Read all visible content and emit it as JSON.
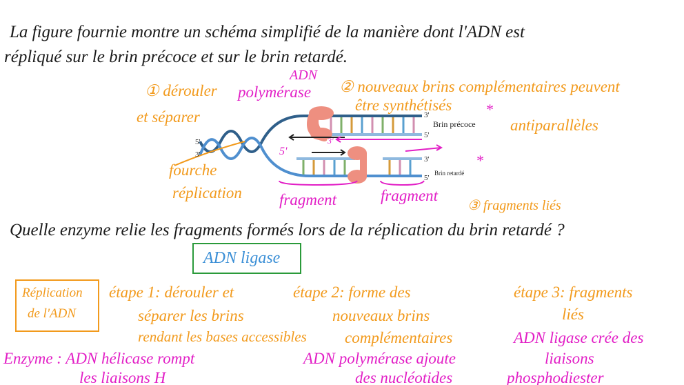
{
  "intro": {
    "line1": "La figure fournie montre un schéma simplifié de la manière dont l'ADN est",
    "line2": "répliqué sur le brin précoce et sur le brin retardé."
  },
  "annotations": {
    "adn": "ADN",
    "polymerase": "polymérase",
    "step1_a": "① dérouler",
    "step1_b": "et séparer",
    "step2_a": "② nouveaux brins complémentaires peuvent",
    "step2_b": "être synthétisés",
    "step2_c": "antiparallèles",
    "fork_a": "fourche",
    "fork_b": "réplication",
    "fragment1": "fragment",
    "fragment2": "fragment",
    "step3": "③ fragments liés",
    "five_prime_mark": "5'",
    "three_prime_mark": "3'",
    "asterisk": "*"
  },
  "diagram": {
    "leading_strand": "Brin précoce",
    "lagging_strand": "Brin retardé",
    "end_5": "5'",
    "end_3": "3'"
  },
  "question": "Quelle enzyme relie les fragments formés lors de la réplication du brin retardé ?",
  "answer": "ADN ligase",
  "summary": {
    "title_a": "Réplication",
    "title_b": "de l'ADN",
    "s1_a": "étape 1: dérouler et",
    "s1_b": "séparer les brins",
    "s1_c": "rendant les bases accessibles",
    "s2_a": "étape 2: forme des",
    "s2_b": "nouveaux brins",
    "s2_c": "complémentaires",
    "s3_a": "étape 3: fragments",
    "s3_b": "liés",
    "e1_a": "Enzyme : ADN hélicase rompt",
    "e1_b": "les liaisons H",
    "e2_a": "ADN polymérase ajoute",
    "e2_b": "des nucléotides",
    "e3_a": "ADN ligase crée des",
    "e3_b": "liaisons",
    "e3_c": "phosphodiester"
  },
  "colors": {
    "ink": "#1a1a1a",
    "orange": "#f29a1c",
    "magenta": "#e21fc6",
    "blue": "#3b8fd6",
    "green": "#2a9a3a",
    "strand": "#2f5f8a",
    "enzyme": "#ee8f80"
  }
}
